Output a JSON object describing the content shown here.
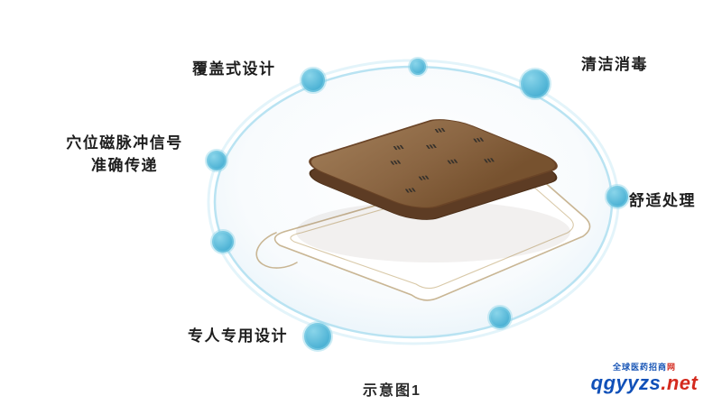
{
  "labels": {
    "coverage": "覆盖式设计",
    "clean": "清洁消毒",
    "signal_line1": "穴位磁脉冲信号",
    "signal_line2": "准确传递",
    "comfort": "舒适处理",
    "personal": "专人专用设计"
  },
  "caption": "示意图1",
  "watermark": {
    "tagline_blue": "全球医药招商",
    "tagline_red": "网",
    "name": "qgyyzs",
    "tld": ".net"
  },
  "colors": {
    "accent_dot_blue": "#4db6d9",
    "ellipse_stroke": "#b9e3f2",
    "pad_brown": "#8a6542",
    "pad_edge_brown": "#5d3c24",
    "sheet_outline_tan": "#c9b694",
    "label_text": "#1e1e1e",
    "watermark_blue": "#1050b8",
    "watermark_red": "#d42a1e"
  }
}
